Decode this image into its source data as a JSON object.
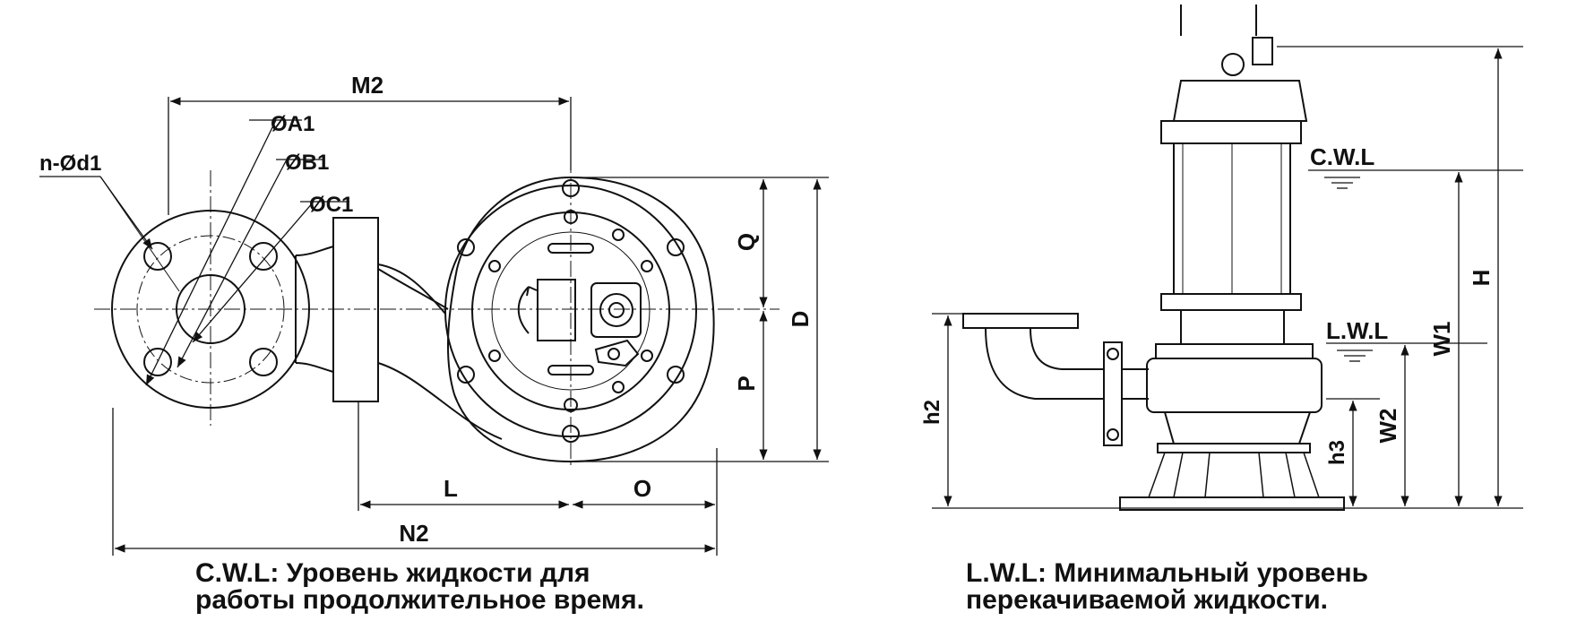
{
  "labels": {
    "m2": "M2",
    "a1": "ØA1",
    "b1": "ØB1",
    "c1": "ØC1",
    "nd1": "n-Ød1",
    "q": "Q",
    "p": "P",
    "d": "D",
    "l": "L",
    "o": "O",
    "n2": "N2",
    "cwl": "C.W.L",
    "lwl": "L.W.L",
    "h": "H",
    "w1": "W1",
    "w2": "W2",
    "h2": "h2",
    "h3": "h3"
  },
  "captions": {
    "left_line1": "C.W.L: Уровень жидкости для",
    "left_line2": "работы продолжительное время.",
    "right_line1": "L.W.L: Минимальный уровень",
    "right_line2": "перекачиваемой жидкости."
  }
}
